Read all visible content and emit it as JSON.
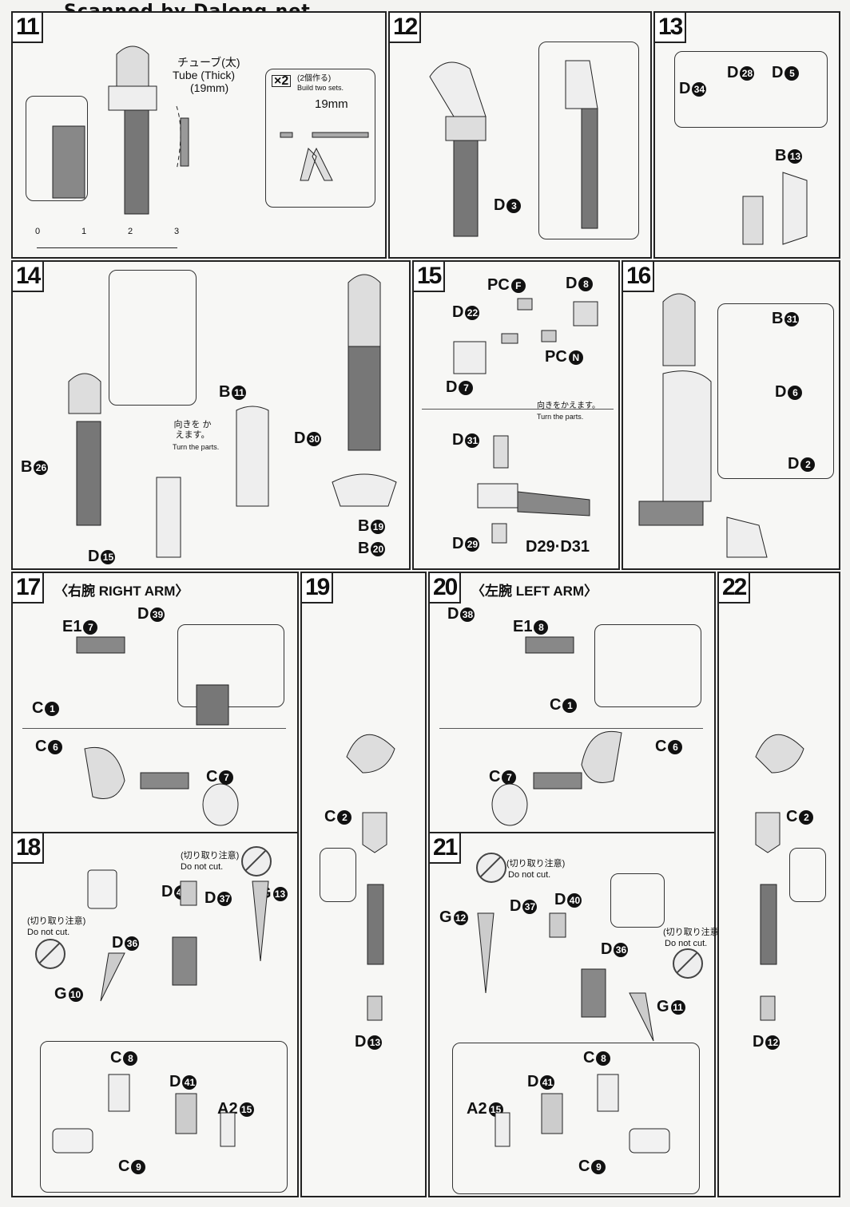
{
  "watermark": "Scanned by Dalong.net",
  "steps": {
    "s11": {
      "no": "11",
      "tube_jp": "チューブ(太)",
      "tube_en": "Tube (Thick)",
      "tube_len": "(19mm)",
      "x2": "×2",
      "x2_jp": "(2個作る)",
      "x2_en": "Build two sets.",
      "mm": "19mm",
      "scale": [
        "0",
        "1",
        "2",
        "3"
      ]
    },
    "s12": {
      "no": "12",
      "part": "D",
      "num": "3"
    },
    "s13": {
      "no": "13",
      "parts": [
        {
          "l": "D",
          "n": "34"
        },
        {
          "l": "D",
          "n": "28"
        },
        {
          "l": "D",
          "n": "5"
        },
        {
          "l": "B",
          "n": "13"
        }
      ]
    },
    "s14": {
      "no": "14",
      "turn_jp": "向きを かえます。",
      "turn_en": "Turn the parts.",
      "parts": [
        {
          "l": "B",
          "n": "26"
        },
        {
          "l": "D",
          "n": "15"
        },
        {
          "l": "B",
          "n": "11"
        },
        {
          "l": "D",
          "n": "30"
        },
        {
          "l": "B",
          "n": "19"
        },
        {
          "l": "B",
          "n": "20"
        }
      ]
    },
    "s15": {
      "no": "15",
      "turn_jp": "向きをかえます。",
      "turn_en": "Turn the parts.",
      "pcf": "PC",
      "pcf_l": "F",
      "pcn": "PC",
      "pcn_l": "N",
      "parts": [
        {
          "l": "D",
          "n": "8"
        },
        {
          "l": "D",
          "n": "22"
        },
        {
          "l": "D",
          "n": "7"
        },
        {
          "l": "D",
          "n": "31"
        },
        {
          "l": "D",
          "n": "29"
        }
      ],
      "combo": "D29·D31"
    },
    "s16": {
      "no": "16",
      "parts": [
        {
          "l": "B",
          "n": "31"
        },
        {
          "l": "D",
          "n": "6"
        },
        {
          "l": "D",
          "n": "2"
        }
      ]
    },
    "s17": {
      "no": "17",
      "title_jp": "〈右腕",
      "title_en": "RIGHT ARM〉",
      "parts": [
        {
          "l": "E1",
          "n": "7"
        },
        {
          "l": "D",
          "n": "39"
        },
        {
          "l": "C",
          "n": "1"
        },
        {
          "l": "C",
          "n": "6"
        },
        {
          "l": "C",
          "n": "7"
        }
      ]
    },
    "s18": {
      "no": "18",
      "nocut_jp": "(切り取り注意)",
      "nocut_en": "Do not cut.",
      "parts": [
        {
          "l": "D",
          "n": "40"
        },
        {
          "l": "D",
          "n": "37"
        },
        {
          "l": "G",
          "n": "13"
        },
        {
          "l": "D",
          "n": "36"
        },
        {
          "l": "G",
          "n": "10"
        },
        {
          "l": "C",
          "n": "8"
        },
        {
          "l": "D",
          "n": "41"
        },
        {
          "l": "A2",
          "n": "15"
        },
        {
          "l": "C",
          "n": "9"
        }
      ]
    },
    "s19": {
      "no": "19",
      "parts": [
        {
          "l": "C",
          "n": "2"
        },
        {
          "l": "D",
          "n": "13"
        }
      ]
    },
    "s20": {
      "no": "20",
      "title_jp": "〈左腕",
      "title_en": "LEFT ARM〉",
      "parts": [
        {
          "l": "D",
          "n": "38"
        },
        {
          "l": "E1",
          "n": "8"
        },
        {
          "l": "C",
          "n": "1"
        },
        {
          "l": "C",
          "n": "6"
        },
        {
          "l": "C",
          "n": "7"
        }
      ]
    },
    "s21": {
      "no": "21",
      "nocut_jp": "(切り取り注意)",
      "nocut_en": "Do not cut.",
      "parts": [
        {
          "l": "G",
          "n": "12"
        },
        {
          "l": "D",
          "n": "37"
        },
        {
          "l": "D",
          "n": "40"
        },
        {
          "l": "D",
          "n": "36"
        },
        {
          "l": "G",
          "n": "11"
        },
        {
          "l": "C",
          "n": "8"
        },
        {
          "l": "D",
          "n": "41"
        },
        {
          "l": "A2",
          "n": "15"
        },
        {
          "l": "C",
          "n": "9"
        }
      ]
    },
    "s22": {
      "no": "22",
      "parts": [
        {
          "l": "C",
          "n": "2"
        },
        {
          "l": "D",
          "n": "12"
        }
      ]
    }
  }
}
